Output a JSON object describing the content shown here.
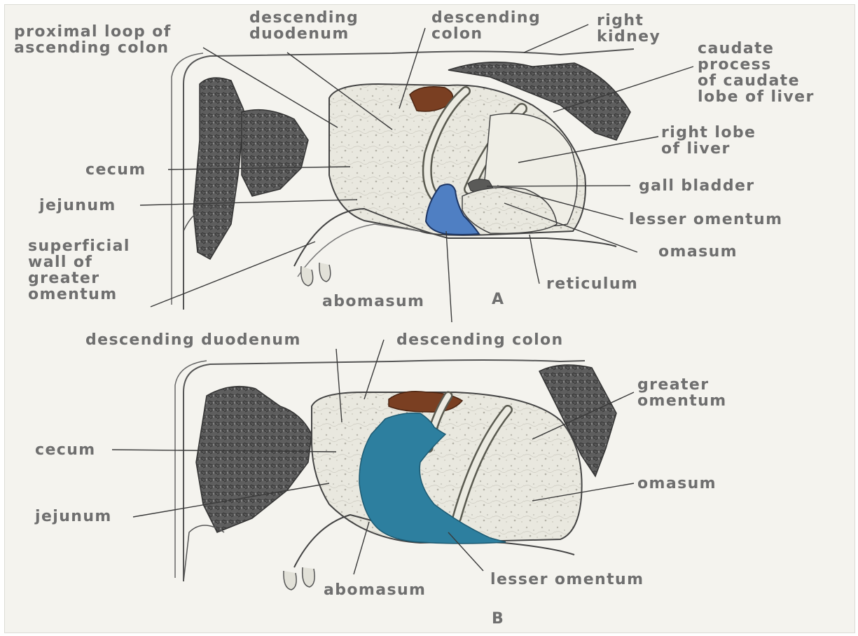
{
  "colors": {
    "background": "#f4f3ee",
    "label_text": "#6f6f6f",
    "abomasum_panel_a": "#4f7fc3",
    "abomasum_panel_b": "#2d7f9f",
    "kidney": "#7a3f22",
    "ink": "#3a3a3a"
  },
  "panel_a": {
    "letter": "A",
    "labels": {
      "proximal_loop": "proximal loop of\nascending colon",
      "descending_duodenum": "descending\nduodenum",
      "descending_colon": "descending\ncolon",
      "right_kidney": "right\nkidney",
      "caudate_process": "caudate\nprocess\nof caudate\nlobe of liver",
      "right_lobe_liver": "right lobe\nof liver",
      "cecum": "cecum",
      "gall_bladder": "gall bladder",
      "jejunum": "jejunum",
      "lesser_omentum": "lesser omentum",
      "superficial_wall": "superficial\nwall of\ngreater\nomentum",
      "omasum": "omasum",
      "reticulum": "reticulum",
      "abomasum": "abomasum"
    }
  },
  "panel_b": {
    "letter": "B",
    "labels": {
      "descending_duodenum": "descending duodenum",
      "descending_colon": "descending colon",
      "greater_omentum": "greater\nomentum",
      "cecum": "cecum",
      "omasum": "omasum",
      "jejunum": "jejunum",
      "lesser_omentum": "lesser omentum",
      "abomasum": "abomasum"
    }
  }
}
